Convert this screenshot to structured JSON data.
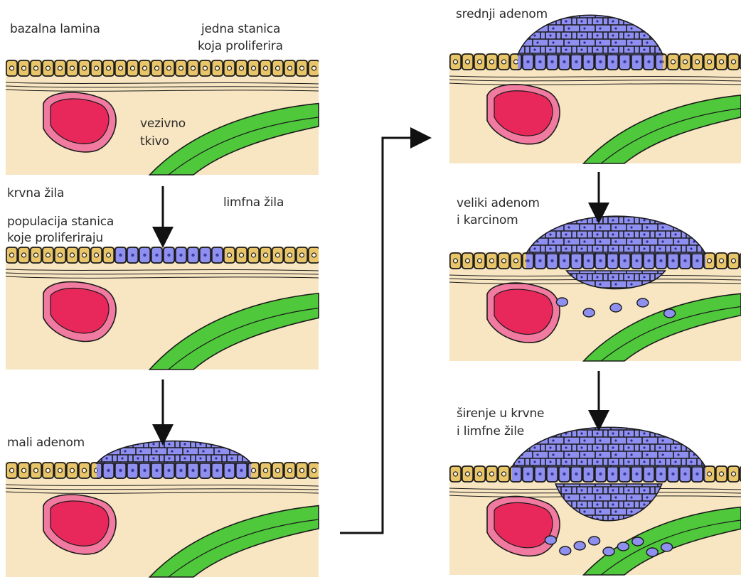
{
  "labels": {
    "bazalna": "bazalna lamina",
    "jedna1": "jedna stanica",
    "jedna2": "koja proliferira",
    "vezivno1": "vezivno",
    "vezivno2": "tkivo",
    "krvna": "krvna žila",
    "limfna": "limfna žila",
    "populacija1": "populacija stanica",
    "populacija2": "koje proliferiraju",
    "mali": "mali adenom",
    "srednji": "srednji adenom",
    "veliki1": "veliki adenom",
    "veliki2": "i karcinom",
    "sirenje1": "širenje u krvne",
    "sirenje2": "i limfne žile"
  },
  "colors": {
    "connective_tissue": "#f8e6c2",
    "normal_cell": "#e9c56a",
    "tumor_cell": "#8f8ff0",
    "blood_vessel": "#e8285a",
    "lymph_vessel": "#4fc83c",
    "outline": "#1b1b1b"
  },
  "icons": [
    "down-arrow-icon",
    "elbow-arrow-icon"
  ]
}
